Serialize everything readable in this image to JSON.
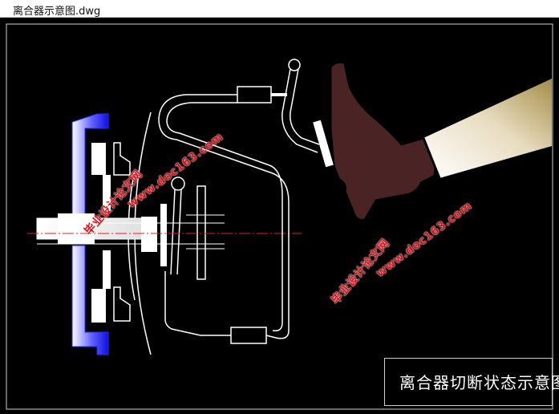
{
  "window": {
    "title": "离合器示意图.dwg"
  },
  "drawing": {
    "title": "离合器切断状态示意图",
    "colors": {
      "background": "#000000",
      "line": "#ffffff",
      "flywheel": "#1212e0",
      "shoe": "#4a2424",
      "centerline": "#e02020",
      "watermark": "#e0101a"
    },
    "watermarks": [
      {
        "text": "毕业设计论文网"
      },
      {
        "text": "www.doc163.com"
      },
      {
        "text": "毕业设计论文网"
      },
      {
        "text": "www.doc163.com"
      }
    ]
  }
}
